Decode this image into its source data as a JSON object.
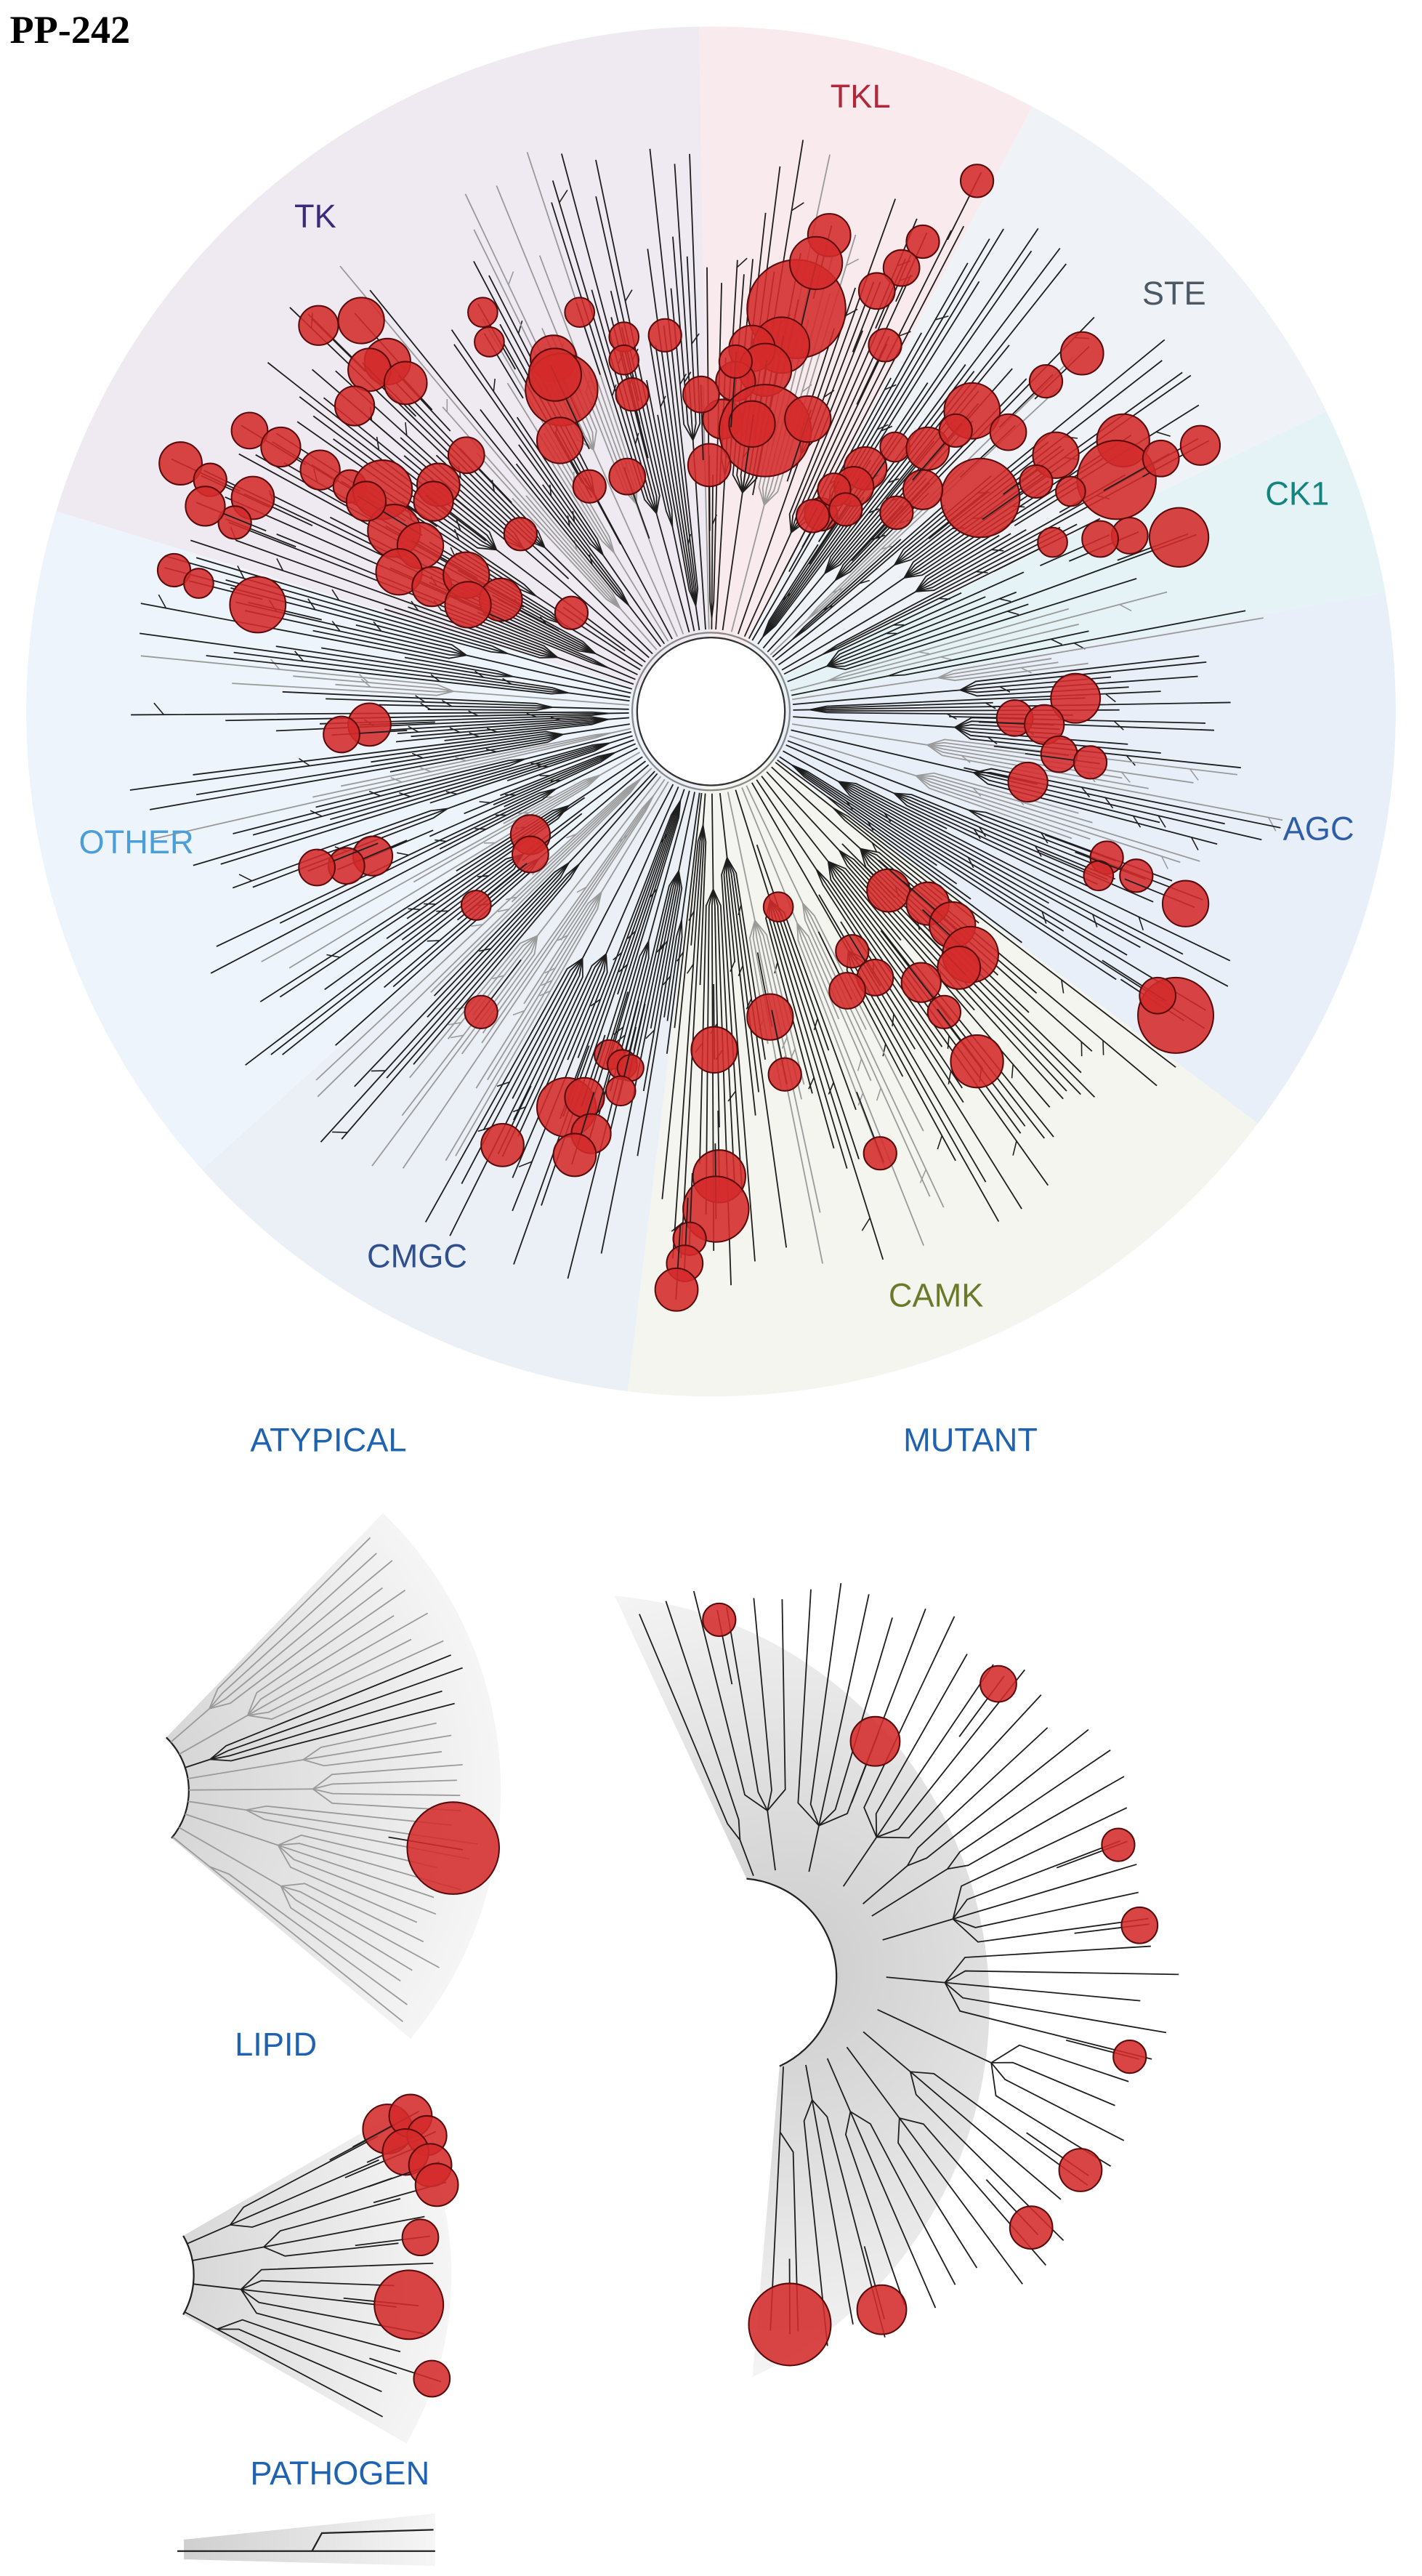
{
  "title": "PP-242",
  "bubble_color": "#d42a2a",
  "bubble_stroke": "#5a0a0a",
  "families": [
    {
      "name": "TKL",
      "label_color": "#b0283a",
      "bg": "#f8eaed"
    },
    {
      "name": "STE",
      "label_color": "#4c5863",
      "bg": "#eff2f6"
    },
    {
      "name": "CK1",
      "label_color": "#13847f",
      "bg": "#e5f3f6"
    },
    {
      "name": "AGC",
      "label_color": "#2f5ea8",
      "bg": "#e9eff8"
    },
    {
      "name": "CAMK",
      "label_color": "#6b7a2a",
      "bg": "#f4f5ee"
    },
    {
      "name": "CMGC",
      "label_color": "#2f4f8f",
      "bg": "#ebf0f6"
    },
    {
      "name": "OTHER",
      "label_color": "#4a9fd8",
      "bg": "#eef4fb"
    },
    {
      "name": "TK",
      "label_color": "#3b2a7a",
      "bg": "#efeaf1"
    }
  ],
  "groups": {
    "atypical": "ATYPICAL",
    "mutant": "MUTANT",
    "lipid": "LIPID",
    "pathogen": "PATHOGEN"
  }
}
